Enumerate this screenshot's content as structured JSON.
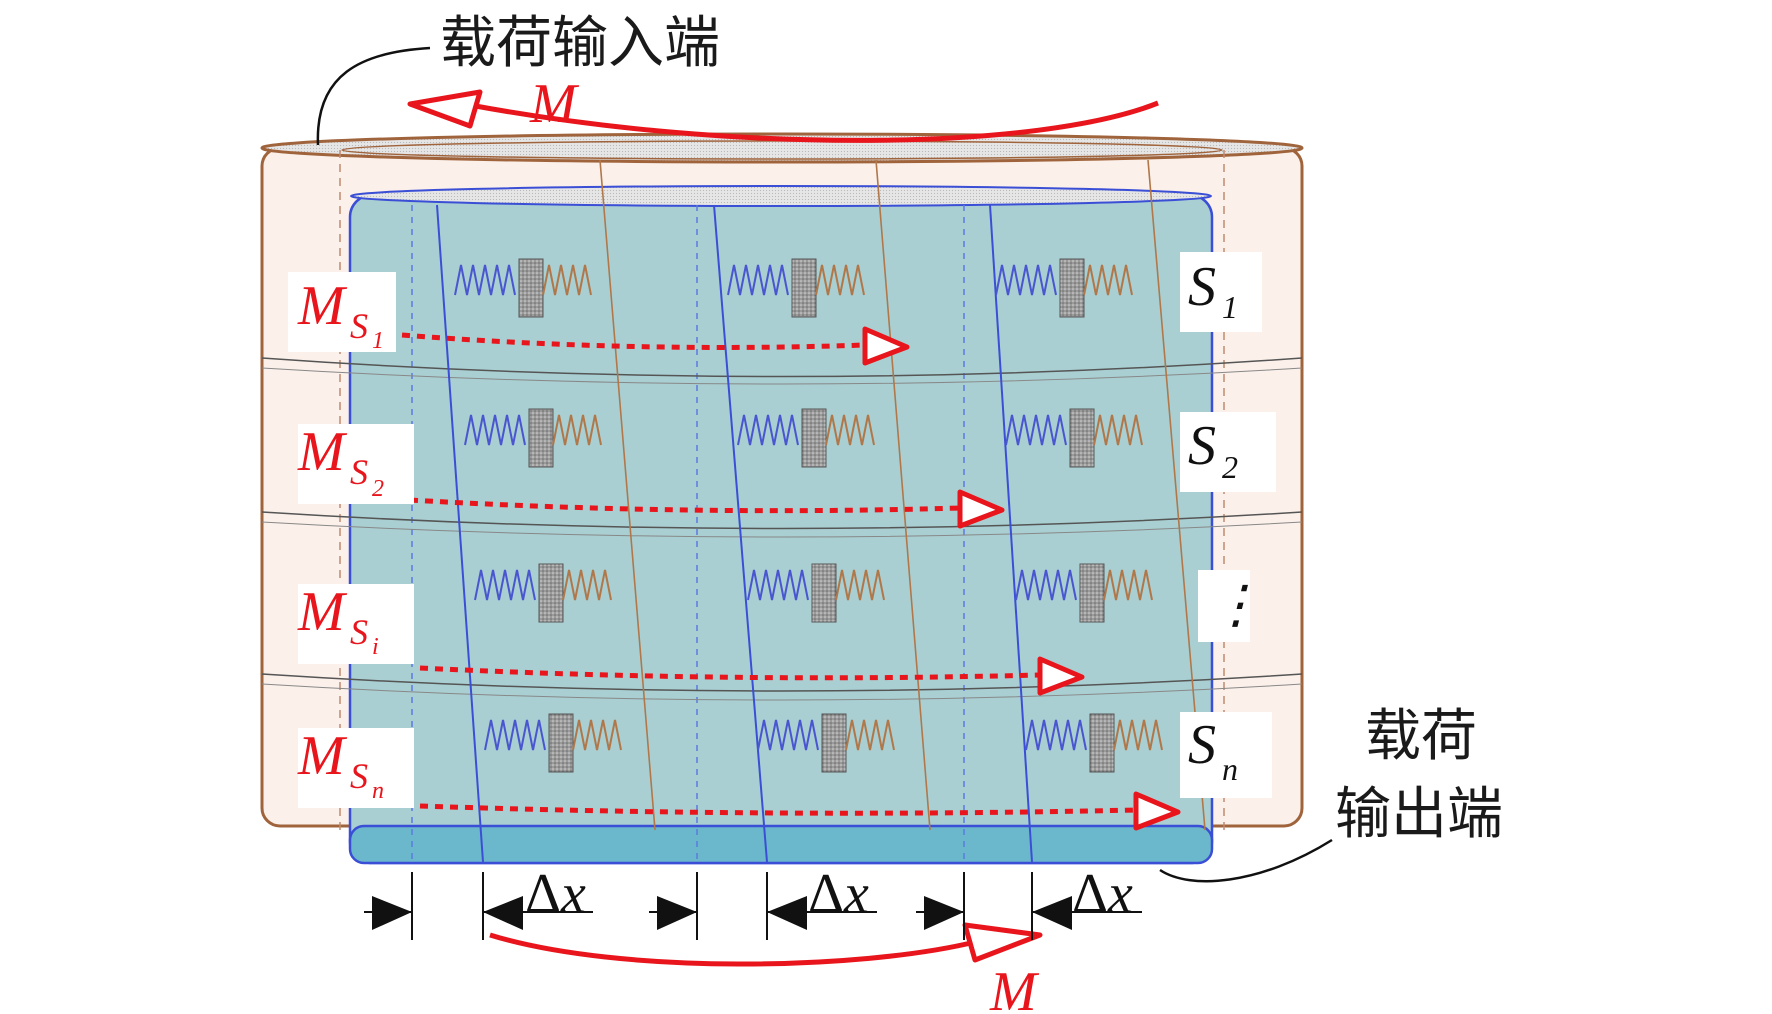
{
  "labels": {
    "load_input": "载荷输入端",
    "load_output_line1": "载荷",
    "load_output_line2": "输出端",
    "moment": "M",
    "delta": "Δ",
    "delta_var": "x",
    "ellipsis": "⋮"
  },
  "section_moments": [
    {
      "base": "M",
      "sub": "S",
      "subsub": "1"
    },
    {
      "base": "M",
      "sub": "S",
      "subsub": "2"
    },
    {
      "base": "M",
      "sub": "S",
      "subsub": "i"
    },
    {
      "base": "M",
      "sub": "S",
      "subsub": "n"
    }
  ],
  "section_labels": [
    {
      "base": "S",
      "sub": "1"
    },
    {
      "base": "S",
      "sub": "2"
    },
    {
      "base": "S",
      "sub": "n"
    }
  ],
  "colors": {
    "outer_cylinder_stroke": "#a0643c",
    "outer_cylinder_fill": "#fbf0ea",
    "inner_cylinder_fill": "#a9cfd2",
    "inner_cylinder_stroke": "#3b4fd6",
    "moment_arrow": "#e8161c",
    "spring_blue": "#4a55d0",
    "spring_brown": "#b0784a"
  }
}
